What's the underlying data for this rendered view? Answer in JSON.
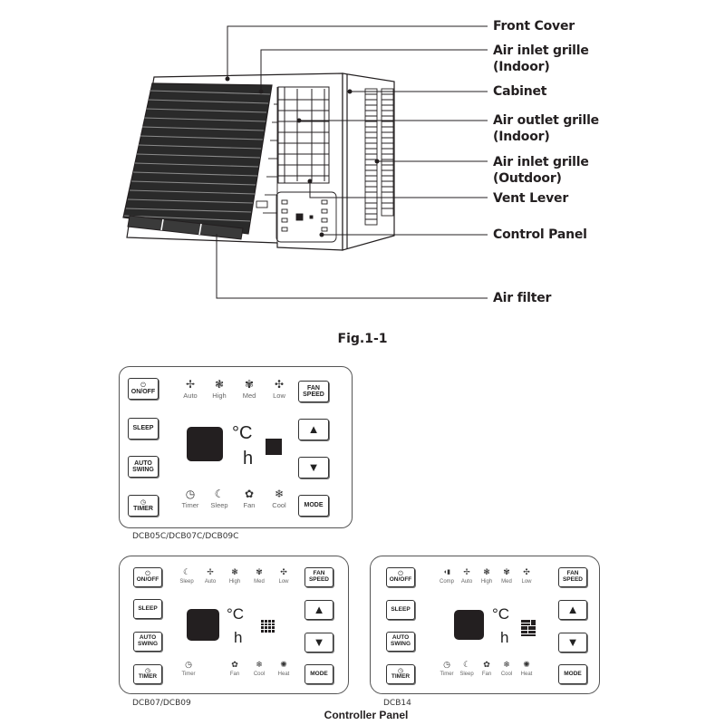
{
  "figure": {
    "caption": "Fig.1-1",
    "callouts": [
      {
        "id": "front-cover",
        "label": "Front Cover"
      },
      {
        "id": "air-inlet-indoor",
        "label": "Air inlet grille\n(Indoor)"
      },
      {
        "id": "cabinet",
        "label": "Cabinet"
      },
      {
        "id": "air-outlet-indoor",
        "label": "Air outlet grille\n(Indoor)"
      },
      {
        "id": "air-inlet-outdoor",
        "label": "Air inlet grille\n(Outdoor)"
      },
      {
        "id": "vent-lever",
        "label": "Vent Lever"
      },
      {
        "id": "control-panel",
        "label": "Control Panel"
      },
      {
        "id": "air-filter",
        "label": "Air filter"
      }
    ]
  },
  "panels": {
    "caption": "Controller Panel",
    "buttons": {
      "on_off": {
        "icon": "power-icon",
        "label": "ON/OFF"
      },
      "sleep": {
        "label": "SLEEP"
      },
      "auto_swing": {
        "label": "AUTO\nSWING"
      },
      "timer": {
        "icon": "clock-icon",
        "label": "TIMER"
      },
      "fan_speed": {
        "label": "FAN\nSPEED"
      },
      "up": {
        "icon": "triangle-up-icon",
        "glyph": "▲"
      },
      "down": {
        "icon": "triangle-down-icon",
        "glyph": "▼"
      },
      "mode": {
        "label": "MODE"
      }
    },
    "display": {
      "celsius": "°C",
      "hours": "h"
    },
    "panel_a": {
      "model": "DCB05C/DCB07C/DCB09C",
      "top_indicators": [
        {
          "icon": "fan-auto-icon",
          "glyph": "✢",
          "label": "Auto"
        },
        {
          "icon": "fan-high-icon",
          "glyph": "❃",
          "label": "High"
        },
        {
          "icon": "fan-med-icon",
          "glyph": "✾",
          "label": "Med"
        },
        {
          "icon": "fan-low-icon",
          "glyph": "✣",
          "label": "Low"
        }
      ],
      "bottom_indicators": [
        {
          "icon": "clock-icon",
          "glyph": "◷",
          "label": "Timer"
        },
        {
          "icon": "moon-icon",
          "glyph": "☾",
          "label": "Sleep"
        },
        {
          "icon": "fan-icon",
          "glyph": "✿",
          "label": "Fan"
        },
        {
          "icon": "snowflake-icon",
          "glyph": "❄",
          "label": "Cool"
        }
      ]
    },
    "panel_b": {
      "model": "DCB07/DCB09",
      "top_indicators": [
        {
          "icon": "moon-icon",
          "glyph": "☾",
          "label": "Sleep"
        },
        {
          "icon": "fan-auto-icon",
          "glyph": "✢",
          "label": "Auto"
        },
        {
          "icon": "fan-high-icon",
          "glyph": "❃",
          "label": "High"
        },
        {
          "icon": "fan-med-icon",
          "glyph": "✾",
          "label": "Med"
        },
        {
          "icon": "fan-low-icon",
          "glyph": "✣",
          "label": "Low"
        }
      ],
      "bottom_indicators": [
        {
          "icon": "clock-icon",
          "glyph": "◷",
          "label": "Timer"
        },
        {
          "icon": "fan-icon",
          "glyph": "✿",
          "label": "Fan"
        },
        {
          "icon": "snowflake-icon",
          "glyph": "❄",
          "label": "Cool"
        },
        {
          "icon": "sun-icon",
          "glyph": "✺",
          "label": "Heat"
        }
      ]
    },
    "panel_c": {
      "model": "DCB14",
      "top_indicators": [
        {
          "icon": "compressor-icon",
          "glyph": "◖▮",
          "label": "Comp"
        },
        {
          "icon": "fan-auto-icon",
          "glyph": "✢",
          "label": "Auto"
        },
        {
          "icon": "fan-high-icon",
          "glyph": "❃",
          "label": "High"
        },
        {
          "icon": "fan-med-icon",
          "glyph": "✾",
          "label": "Med"
        },
        {
          "icon": "fan-low-icon",
          "glyph": "✣",
          "label": "Low"
        }
      ],
      "bottom_indicators": [
        {
          "icon": "clock-icon",
          "glyph": "◷",
          "label": "Timer"
        },
        {
          "icon": "moon-icon",
          "glyph": "☾",
          "label": "Sleep"
        },
        {
          "icon": "fan-icon",
          "glyph": "✿",
          "label": "Fan"
        },
        {
          "icon": "snowflake-icon",
          "glyph": "❄",
          "label": "Cool"
        },
        {
          "icon": "sun-icon",
          "glyph": "✺",
          "label": "Heat"
        }
      ]
    }
  }
}
